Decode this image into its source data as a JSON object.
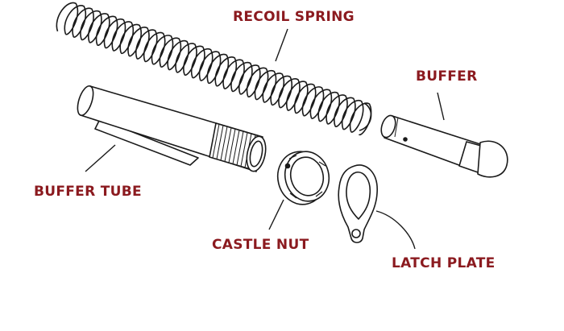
{
  "labels": {
    "recoil_spring": "RECOIL SPRING",
    "buffer": "BUFFER",
    "buffer_tube": "BUFFER TUBE",
    "castle_nut": "CASTLE NUT",
    "latch_plate": "LATCH PLATE"
  },
  "colors": {
    "label": "#8b1a1f",
    "line_art": "#1a1a1a",
    "background": "#ffffff"
  }
}
